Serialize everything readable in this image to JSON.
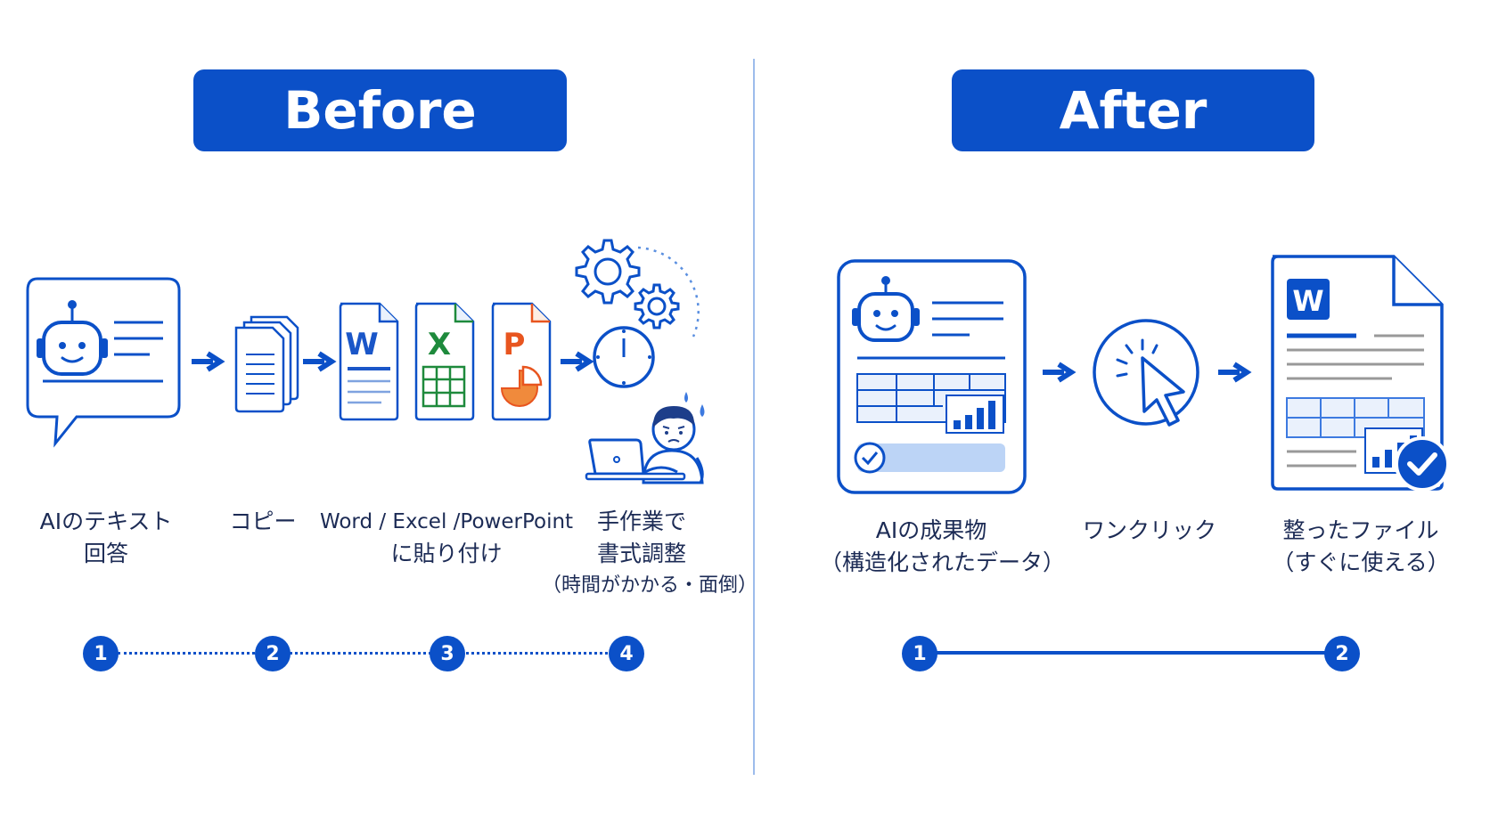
{
  "before": {
    "title": "Before",
    "labels": [
      {
        "lines": [
          "AIのテキスト",
          "回答"
        ]
      },
      {
        "lines": [
          "コピー"
        ]
      },
      {
        "lines": [
          "Word / Excel /PowerPoint",
          "に貼り付け"
        ]
      },
      {
        "lines": [
          "手作業で",
          "書式調整"
        ],
        "note": "（時間がかかる・面倒）"
      }
    ],
    "steps": [
      "1",
      "2",
      "3",
      "4"
    ],
    "app_letters": {
      "word": "W",
      "excel": "X",
      "powerpoint": "P"
    }
  },
  "after": {
    "title": "After",
    "labels": [
      {
        "lines": [
          "AIの成果物"
        ],
        "note": "（構造化されたデータ）"
      },
      {
        "lines": [
          "ワンクリック"
        ]
      },
      {
        "lines": [
          "整ったファイル"
        ],
        "note": "（すぐに使える）"
      }
    ],
    "steps": [
      "1",
      "2"
    ],
    "app_letters": {
      "word": "W"
    }
  },
  "colors": {
    "primary": "#0b50c8",
    "light_blue": "#bcd4f6",
    "word_blue": "#1a56c8",
    "excel_green": "#1e8a3c",
    "powerpoint_orange": "#e8551f",
    "pie_orange": "#f08a3c"
  },
  "icons": [
    "robot-chat-icon",
    "copy-documents-icon",
    "word-doc-icon",
    "excel-doc-icon",
    "powerpoint-doc-icon",
    "gears-clock-icon",
    "frustrated-person-icon",
    "ai-result-doc-icon",
    "click-cursor-icon",
    "word-file-check-icon",
    "arrow-right-icon"
  ]
}
